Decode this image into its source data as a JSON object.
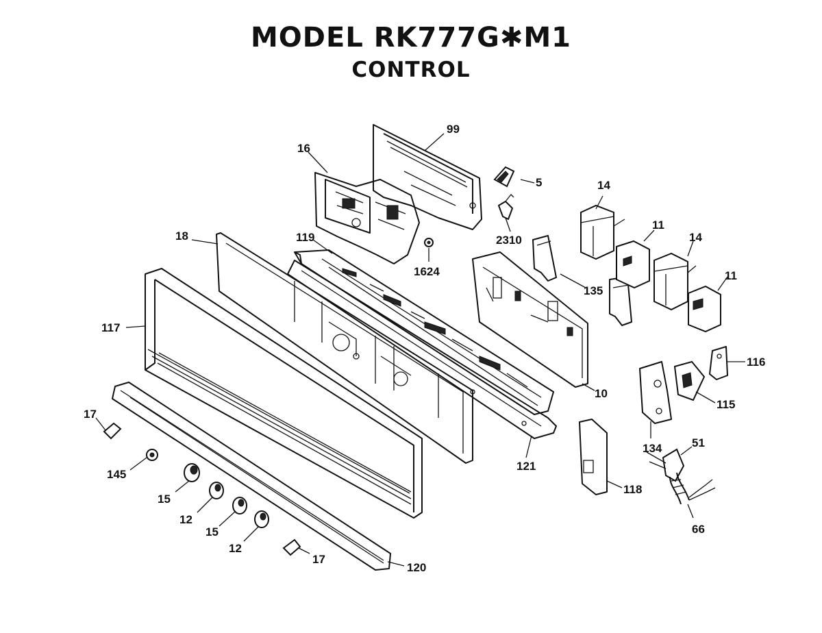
{
  "header": {
    "title": "MODEL RK777G✱M1",
    "subtitle": "CONTROL"
  },
  "callouts": {
    "c99": "99",
    "c16": "16",
    "c5": "5",
    "c14a": "14",
    "c11a": "11",
    "c14b": "14",
    "c11b": "11",
    "c2310": "2310",
    "c119": "119",
    "c1624": "1624",
    "c18": "18",
    "c135": "135",
    "c117": "117",
    "c10": "10",
    "c116": "116",
    "c115": "115",
    "c134": "134",
    "c121": "121",
    "c51": "51",
    "c118": "118",
    "c66": "66",
    "c17a": "17",
    "c145": "145",
    "c15a": "15",
    "c12a": "12",
    "c15b": "15",
    "c12b": "12",
    "c17b": "17",
    "c120": "120"
  }
}
